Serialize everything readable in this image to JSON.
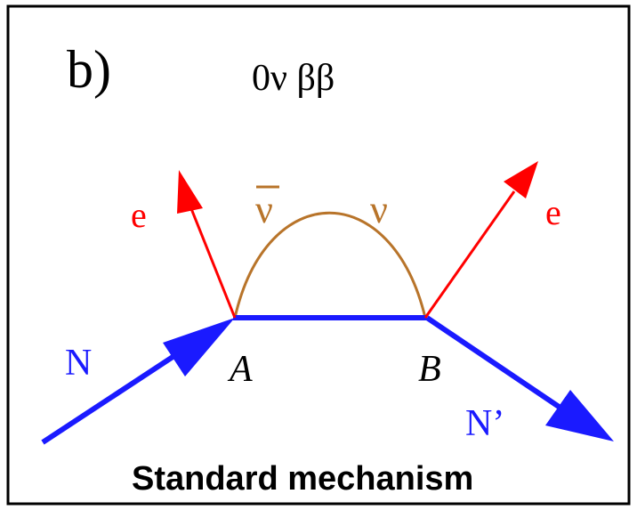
{
  "panel_label": "b)",
  "process_label": "0ν ββ",
  "particles": {
    "electron_left": "e",
    "electron_right": "e",
    "antineutrino": "ν",
    "neutrino": "ν",
    "nucleon_in": "N",
    "nucleon_out": "N’"
  },
  "vertices": {
    "left": "A",
    "right": "B"
  },
  "caption": "Standard mechanism",
  "colors": {
    "nucleon": "#1a1aff",
    "electron": "#ff0000",
    "neutrino": "#b8742a",
    "text": "#000000",
    "frame": "#000000"
  }
}
